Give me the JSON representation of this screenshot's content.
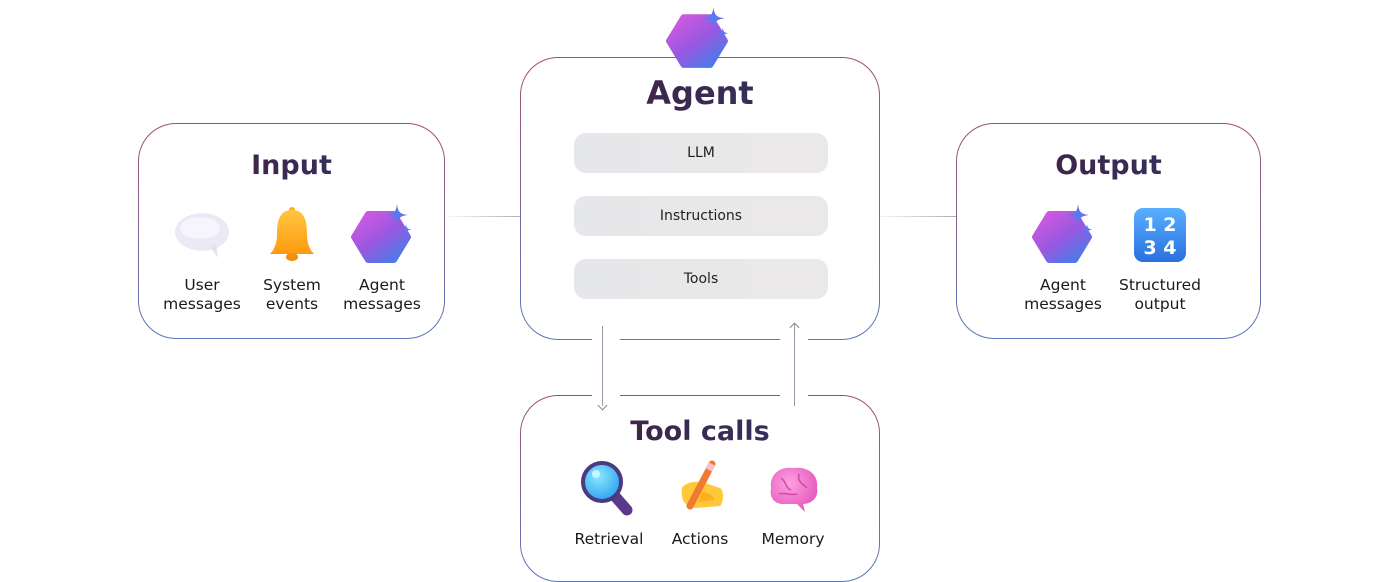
{
  "input": {
    "title": "Input",
    "items": [
      {
        "label_line1": "User",
        "label_line2": "messages",
        "icon": "speech-bubble-icon"
      },
      {
        "label_line1": "System",
        "label_line2": "events",
        "icon": "bell-icon"
      },
      {
        "label_line1": "Agent",
        "label_line2": "messages",
        "icon": "agent-hexagon-icon"
      }
    ]
  },
  "agent": {
    "title": "Agent",
    "icon": "agent-hexagon-icon",
    "components": [
      "LLM",
      "Instructions",
      "Tools"
    ]
  },
  "output": {
    "title": "Output",
    "items": [
      {
        "label_line1": "Agent",
        "label_line2": "messages",
        "icon": "agent-hexagon-icon"
      },
      {
        "label_line1": "Structured",
        "label_line2": "output",
        "icon": "numbers-1234-icon"
      }
    ]
  },
  "tool_calls": {
    "title": "Tool calls",
    "items": [
      {
        "label": "Retrieval",
        "icon": "magnifying-glass-icon"
      },
      {
        "label": "Actions",
        "icon": "writing-hand-icon"
      },
      {
        "label": "Memory",
        "icon": "brain-icon"
      }
    ]
  },
  "colors": {
    "hex_gradient_start": "#d85ae0",
    "hex_gradient_end": "#4a7ae8",
    "sparkle": "#5a78f0",
    "bell": "#ffb020",
    "number_tile": "#3a8ef0",
    "brain": "#f070c8"
  }
}
